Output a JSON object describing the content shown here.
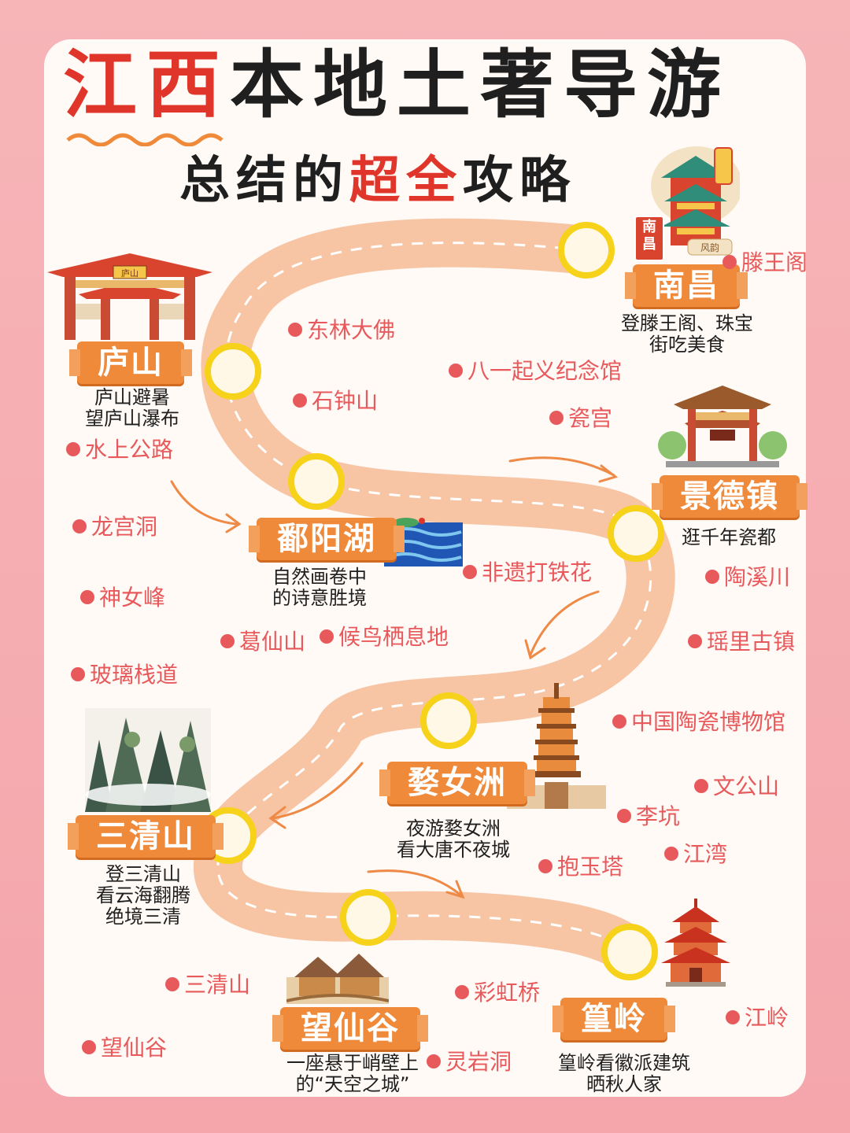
{
  "title": {
    "part_red": "江西",
    "part_dark": "本地土著导游"
  },
  "subtitle": {
    "part1": "总结的",
    "part_red": "超全",
    "part2": "攻略"
  },
  "colors": {
    "accent_red": "#e0352b",
    "route": "#f7c4a4",
    "banner": "#f08a3b",
    "poi": "#e8595c",
    "marker": "#f7d21a"
  },
  "stops": [
    {
      "name": "南昌",
      "desc": [
        "登滕王阁、珠宝",
        "街吃美食"
      ],
      "icon": "tengwang-pavilion-illustration"
    },
    {
      "name": "庐山",
      "desc": [
        "庐山避暑",
        "望庐山瀑布"
      ],
      "icon": "lushan-archway-illustration"
    },
    {
      "name": "景德镇",
      "desc": [
        "逛千年瓷都"
      ],
      "icon": "jingdezhen-gate-illustration"
    },
    {
      "name": "鄱阳湖",
      "desc": [
        "自然画卷中",
        "的诗意胜境"
      ],
      "icon": "lake-illustration"
    },
    {
      "name": "婺女洲",
      "desc": [
        "夜游婺女洲",
        "看大唐不夜城"
      ],
      "icon": "pagoda-illustration"
    },
    {
      "name": "三清山",
      "desc": [
        "登三清山",
        "看云海翻腾",
        "绝境三清"
      ],
      "icon": "mountain-illustration"
    },
    {
      "name": "望仙谷",
      "desc": [
        "一座悬于峭壁上",
        "的“天空之城”"
      ],
      "icon": "cliff-village-illustration"
    },
    {
      "name": "篁岭",
      "desc": [
        "篁岭看徽派建筑",
        "晒秋人家"
      ],
      "icon": "pavilion-illustration"
    }
  ],
  "pois": [
    "滕王阁",
    "东林大佛",
    "八一起义纪念馆",
    "石钟山",
    "瓷宫",
    "水上公路",
    "龙宫洞",
    "非遗打铁花",
    "陶溪川",
    "神女峰",
    "葛仙山",
    "候鸟栖息地",
    "瑶里古镇",
    "玻璃栈道",
    "中国陶瓷博物馆",
    "文公山",
    "李坑",
    "江湾",
    "抱玉塔",
    "三清山",
    "彩虹桥",
    "江岭",
    "望仙谷",
    "灵岩洞"
  ],
  "seal_text": {
    "left": "南昌",
    "right": "风韵"
  },
  "sign_text": "庐山"
}
